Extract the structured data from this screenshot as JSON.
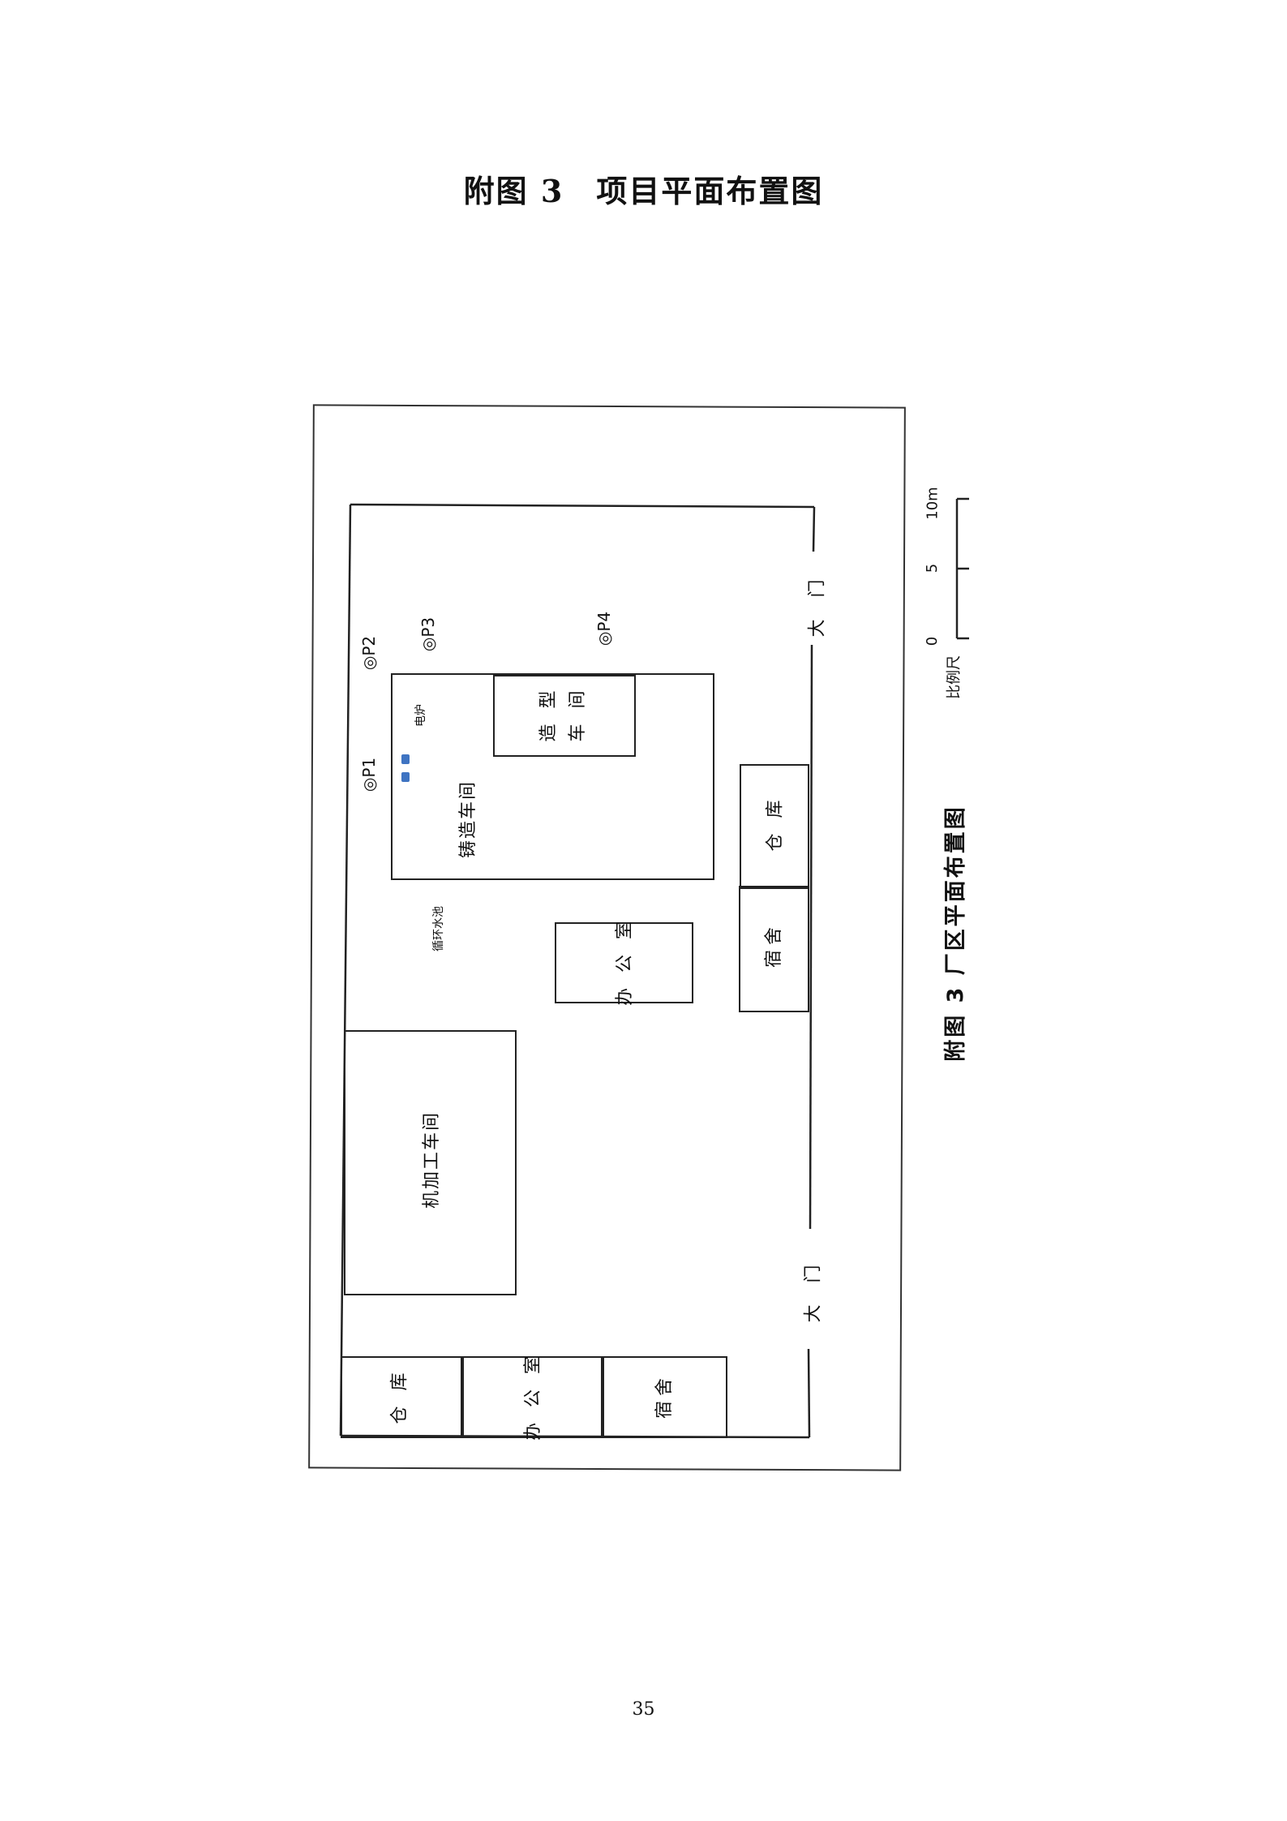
{
  "page": {
    "title": "附图 3　项目平面布置图",
    "number": "35"
  },
  "plan": {
    "caption": "附图 3 厂区平面布置图",
    "buildings": {
      "casting_workshop": "铸造车间",
      "molding_workshop": "造 型 车 间",
      "electric_furnace": "电炉",
      "circulating_pool": "循环水池",
      "office_center": "办 公 室",
      "warehouse_right": "仓 库",
      "dormitory_right": "宿舍",
      "machining_workshop": "机加工车间",
      "warehouse_bottom": "仓 库",
      "office_bottom": "办 公 室",
      "dormitory_bottom": "宿舍"
    },
    "gates": {
      "gate_top": "大 门",
      "gate_bottom": "大 门"
    },
    "points": {
      "p1": "◎P1",
      "p2": "◎P2",
      "p3": "◎P3",
      "p4": "◎P4"
    },
    "scale": {
      "label": "比例尺",
      "ticks": [
        "0",
        "5",
        "10m"
      ]
    },
    "colors": {
      "furnace_marker": "#3f74c2"
    }
  }
}
